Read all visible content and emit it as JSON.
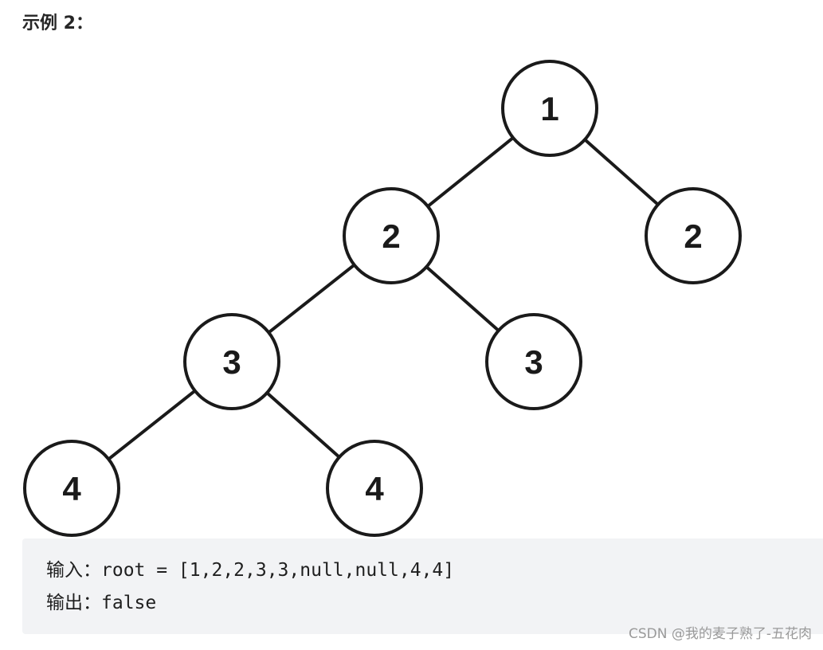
{
  "heading": "示例 2：",
  "tree": {
    "nodes": [
      {
        "id": "n1",
        "label": "1"
      },
      {
        "id": "n2l",
        "label": "2"
      },
      {
        "id": "n2r",
        "label": "2"
      },
      {
        "id": "n3l",
        "label": "3"
      },
      {
        "id": "n3r",
        "label": "3"
      },
      {
        "id": "n4l",
        "label": "4"
      },
      {
        "id": "n4r",
        "label": "4"
      }
    ],
    "edges": [
      [
        "n1",
        "n2l"
      ],
      [
        "n1",
        "n2r"
      ],
      [
        "n2l",
        "n3l"
      ],
      [
        "n2l",
        "n3r"
      ],
      [
        "n3l",
        "n4l"
      ],
      [
        "n3l",
        "n4r"
      ]
    ]
  },
  "example": {
    "input_label": "输入：",
    "input_value": "root = [1,2,2,3,3,null,null,4,4]",
    "output_label": "输出：",
    "output_value": "false"
  },
  "watermark": "CSDN @我的麦子熟了-五花肉"
}
